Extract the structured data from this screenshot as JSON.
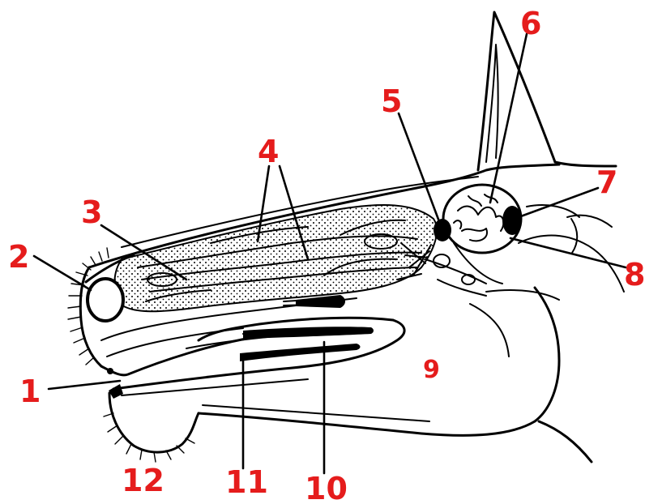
{
  "labels": [
    {
      "id": "1",
      "text": "1"
    },
    {
      "id": "2",
      "text": "2"
    },
    {
      "id": "3",
      "text": "3"
    },
    {
      "id": "4",
      "text": "4"
    },
    {
      "id": "5",
      "text": "5"
    },
    {
      "id": "6",
      "text": "6"
    },
    {
      "id": "7",
      "text": "7"
    },
    {
      "id": "8",
      "text": "8"
    },
    {
      "id": "9",
      "text": "9"
    },
    {
      "id": "10",
      "text": "10"
    },
    {
      "id": "11",
      "text": "11"
    },
    {
      "id": "12",
      "text": "12"
    }
  ],
  "colors": {
    "label": "#e51c1c",
    "ink": "#000000",
    "background": "#ffffff"
  }
}
